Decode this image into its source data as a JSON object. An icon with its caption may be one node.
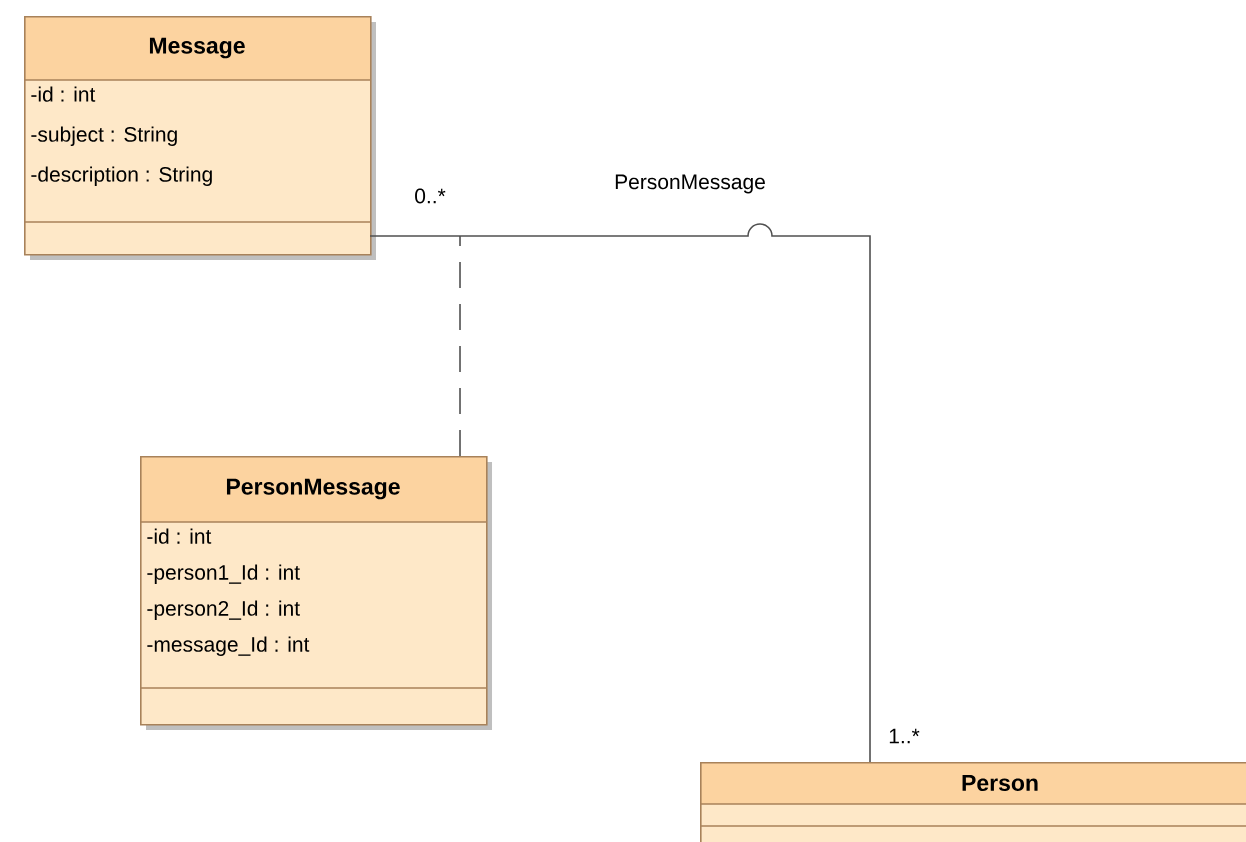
{
  "diagram": {
    "nodes": [
      {
        "text": [
          "Message",
          "-id : int",
          "-subject : String",
          "-description : String"
        ]
      },
      {
        "text": [
          "PersonMessage",
          "-id : int",
          "-person1_Id : int",
          "-person2_Id : int",
          "-message_Id : int"
        ]
      },
      {
        "text": [
          "Person"
        ]
      }
    ],
    "edges": [
      {
        "from": 0,
        "to": 2,
        "arrow": "none",
        "label": "PersonMessage"
      },
      {
        "from": 1,
        "to": null,
        "arrow": "none",
        "style": "dashed"
      }
    ],
    "labels": [
      "0..*",
      "1..*"
    ]
  }
}
